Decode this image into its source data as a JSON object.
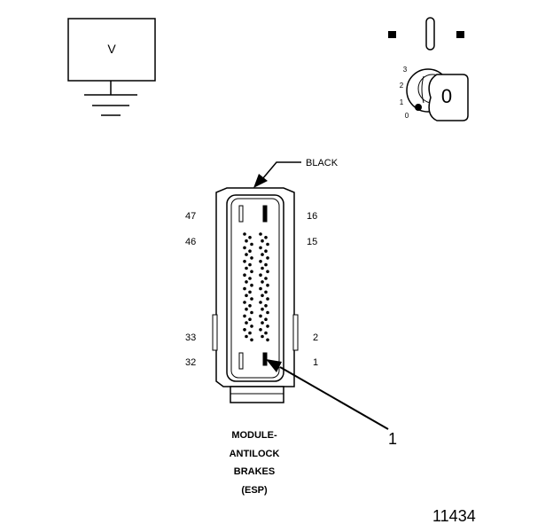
{
  "meter": {
    "symbol": "V"
  },
  "ignition": {
    "positions": [
      "3",
      "2",
      "1",
      "0"
    ],
    "key_label": "0"
  },
  "connector": {
    "color_label": "BLACK",
    "pins": {
      "top_left": "47",
      "second_left": "46",
      "lower_left": "33",
      "bottom_left": "32",
      "top_right": "16",
      "second_right": "15",
      "lower_right": "2",
      "bottom_right": "1"
    },
    "callout": "1",
    "name_lines": [
      "MODULE-",
      "ANTILOCK",
      "BRAKES",
      "(ESP)"
    ]
  },
  "figure_number": "11434"
}
